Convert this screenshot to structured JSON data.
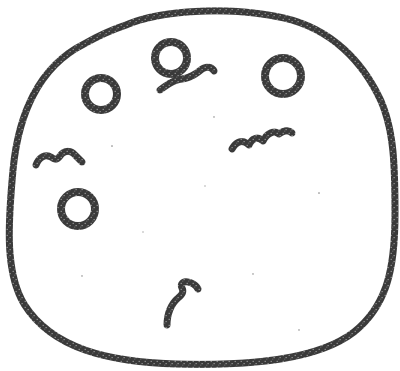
{
  "diagram": {
    "colors": {
      "background": "#ffffff",
      "outline": "#2a2a2a",
      "organism": "#3a3a3a",
      "texture": "#6d6d6d"
    },
    "elements": [
      {
        "kind": "cell-boundary"
      },
      {
        "kind": "ring"
      },
      {
        "kind": "ring"
      },
      {
        "kind": "ring"
      },
      {
        "kind": "ring"
      },
      {
        "kind": "curved-rod"
      },
      {
        "kind": "curved-rod"
      },
      {
        "kind": "curved-rod"
      },
      {
        "kind": "curved-rod"
      }
    ]
  }
}
